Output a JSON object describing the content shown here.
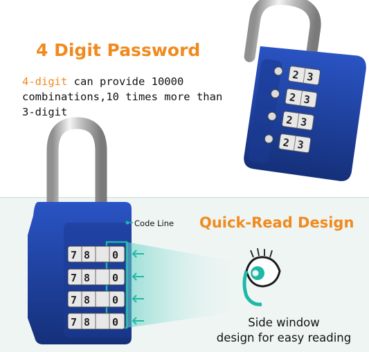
{
  "heading": {
    "title": "4 Digit Password",
    "desc_highlight": "4-digit",
    "desc_line1_rest": " can provide 10000",
    "desc_line2": "combinations,10 times more than",
    "desc_line3": "3-digit"
  },
  "quick_read": {
    "title": "Quick-Read Design",
    "code_line_label": "Code Line",
    "caption_line1": "Side window",
    "caption_line2": "design for easy reading"
  },
  "top_lock": {
    "dials": [
      {
        "a": "2",
        "b": "3"
      },
      {
        "a": "2",
        "b": "3"
      },
      {
        "a": "2",
        "b": "3"
      },
      {
        "a": "2",
        "b": "3"
      }
    ]
  },
  "front_lock": {
    "dials": [
      {
        "a": "7",
        "b": "8",
        "c": "0"
      },
      {
        "a": "7",
        "b": "8",
        "c": "0"
      },
      {
        "a": "7",
        "b": "8",
        "c": "0"
      },
      {
        "a": "7",
        "b": "8",
        "c": "0"
      }
    ]
  },
  "colors": {
    "accent_orange": "#f08a1e",
    "lock_blue": "#1e44a8",
    "lock_blue_dark": "#15307a",
    "highlight_teal": "#1fb8a6",
    "panel_bg": "#eef5f3"
  }
}
